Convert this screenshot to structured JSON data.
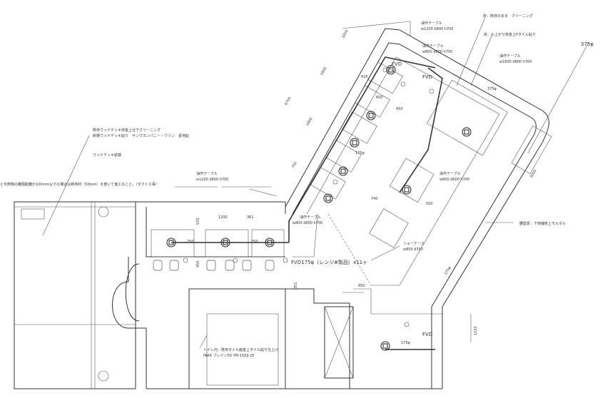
{
  "notes": {
    "existing_floor": "床：既存のまま　クリーニング",
    "raised_floor": "床：小上がり床金上Pタイル貼り",
    "duct_size_top": "375φ",
    "deck_cleaning": "既存ウッドデッキ床金上仕下クリーニング",
    "deck_new": "新規ウッドデッキ貼り　サンワカンパニー・ウリン　素地貼",
    "deck_partition": "ウッドデッキ結端",
    "duct_clearance": "と可燃物の離隔距離が100mm以下の場合は断熱材（50mm）を巻いて施工のこと。（ダクト工事）",
    "wainscot": "腰壁素：下地補修上モルタル",
    "showcase": "ショーケース",
    "showcase_size": "w850 d350",
    "fvd_note": "FVD175φ（レンジ#製品）x11ヶ",
    "toilet_wall": "トイレ内：既存タイル面金上タイル貼り仕上げ",
    "toilet_tile": "INAX ブレイン50 YM-155/J-25",
    "fvd_left": "FVD",
    "fvd_mid": "FVD",
    "fvd_bottom": "FVD",
    "duct_bottom": "175φ"
  },
  "tables": [
    {
      "label": "油作テーブル",
      "size": "w1200 d800 h700"
    },
    {
      "label": "油作テーブル",
      "size": "w800 d800 h700"
    },
    {
      "label": "油作テーブル",
      "size": "w1600 d800 h700"
    },
    {
      "label": "油作テーブル",
      "size": "w600 d600 h700"
    },
    {
      "label": "油作テーブル",
      "size": "w1200 d800 h700"
    },
    {
      "label": "油作テーブル",
      "size": "w800 d800 h700"
    }
  ],
  "dimensions": {
    "d_4700": "4700",
    "d_1600": "1600",
    "d_1800": "1800",
    "d_1820": "1820",
    "d_750": "750",
    "d_600": "600",
    "d_450": "450",
    "d_740": "740",
    "d_500": "500",
    "d_1200": "1200",
    "d_361": "361",
    "d_570": "570",
    "d_455": "455",
    "d_351": "351",
    "d_3000": "3000",
    "d_1222": "1222",
    "d_250a": "250",
    "d_250b": "250",
    "d_375a": "375φ",
    "d_375b": "375φ",
    "d_175": "175φ",
    "d_420": "420",
    "d_850": "850"
  }
}
